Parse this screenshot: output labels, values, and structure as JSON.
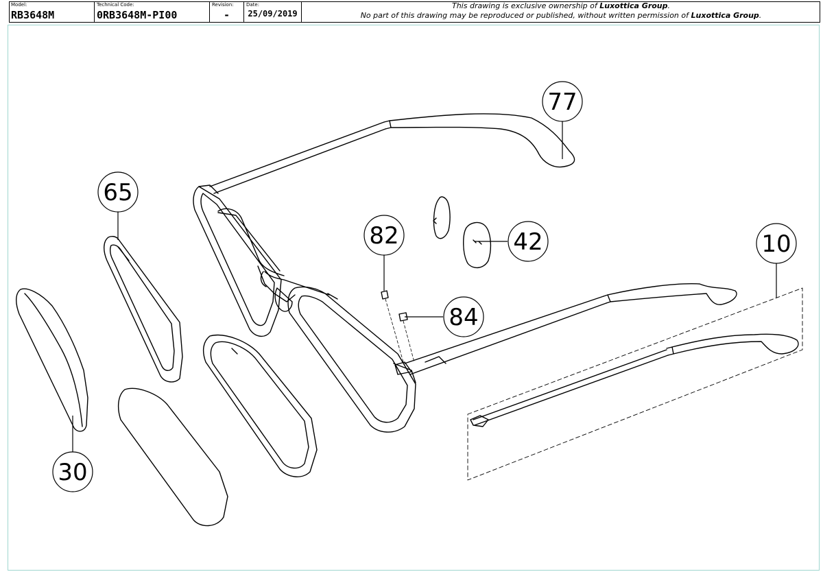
{
  "header": {
    "model_label": "Model:",
    "model_value": "RB3648M",
    "tech_label": "Technical Code:",
    "tech_value": "0RB3648M-PI00",
    "revision_label": "Revision:",
    "revision_value": "-",
    "date_label": "Date:",
    "date_value": "25/09/2019",
    "notice_line1_prefix": "This drawing is exclusive ownership of ",
    "notice_line1_brand": "Luxottica Group",
    "notice_line1_suffix": ".",
    "notice_line2_prefix": "No part of this drawing may be reproduced or published, without written permission of ",
    "notice_line2_brand": "Luxottica Group",
    "notice_line2_suffix": "."
  },
  "callouts": [
    {
      "id": "77",
      "label": "77"
    },
    {
      "id": "65",
      "label": "65"
    },
    {
      "id": "82",
      "label": "82"
    },
    {
      "id": "42",
      "label": "42"
    },
    {
      "id": "10",
      "label": "10"
    },
    {
      "id": "84",
      "label": "84"
    },
    {
      "id": "30",
      "label": "30"
    }
  ],
  "colors": {
    "line": "#000000",
    "border": "#9fd6cf",
    "background": "#ffffff"
  }
}
